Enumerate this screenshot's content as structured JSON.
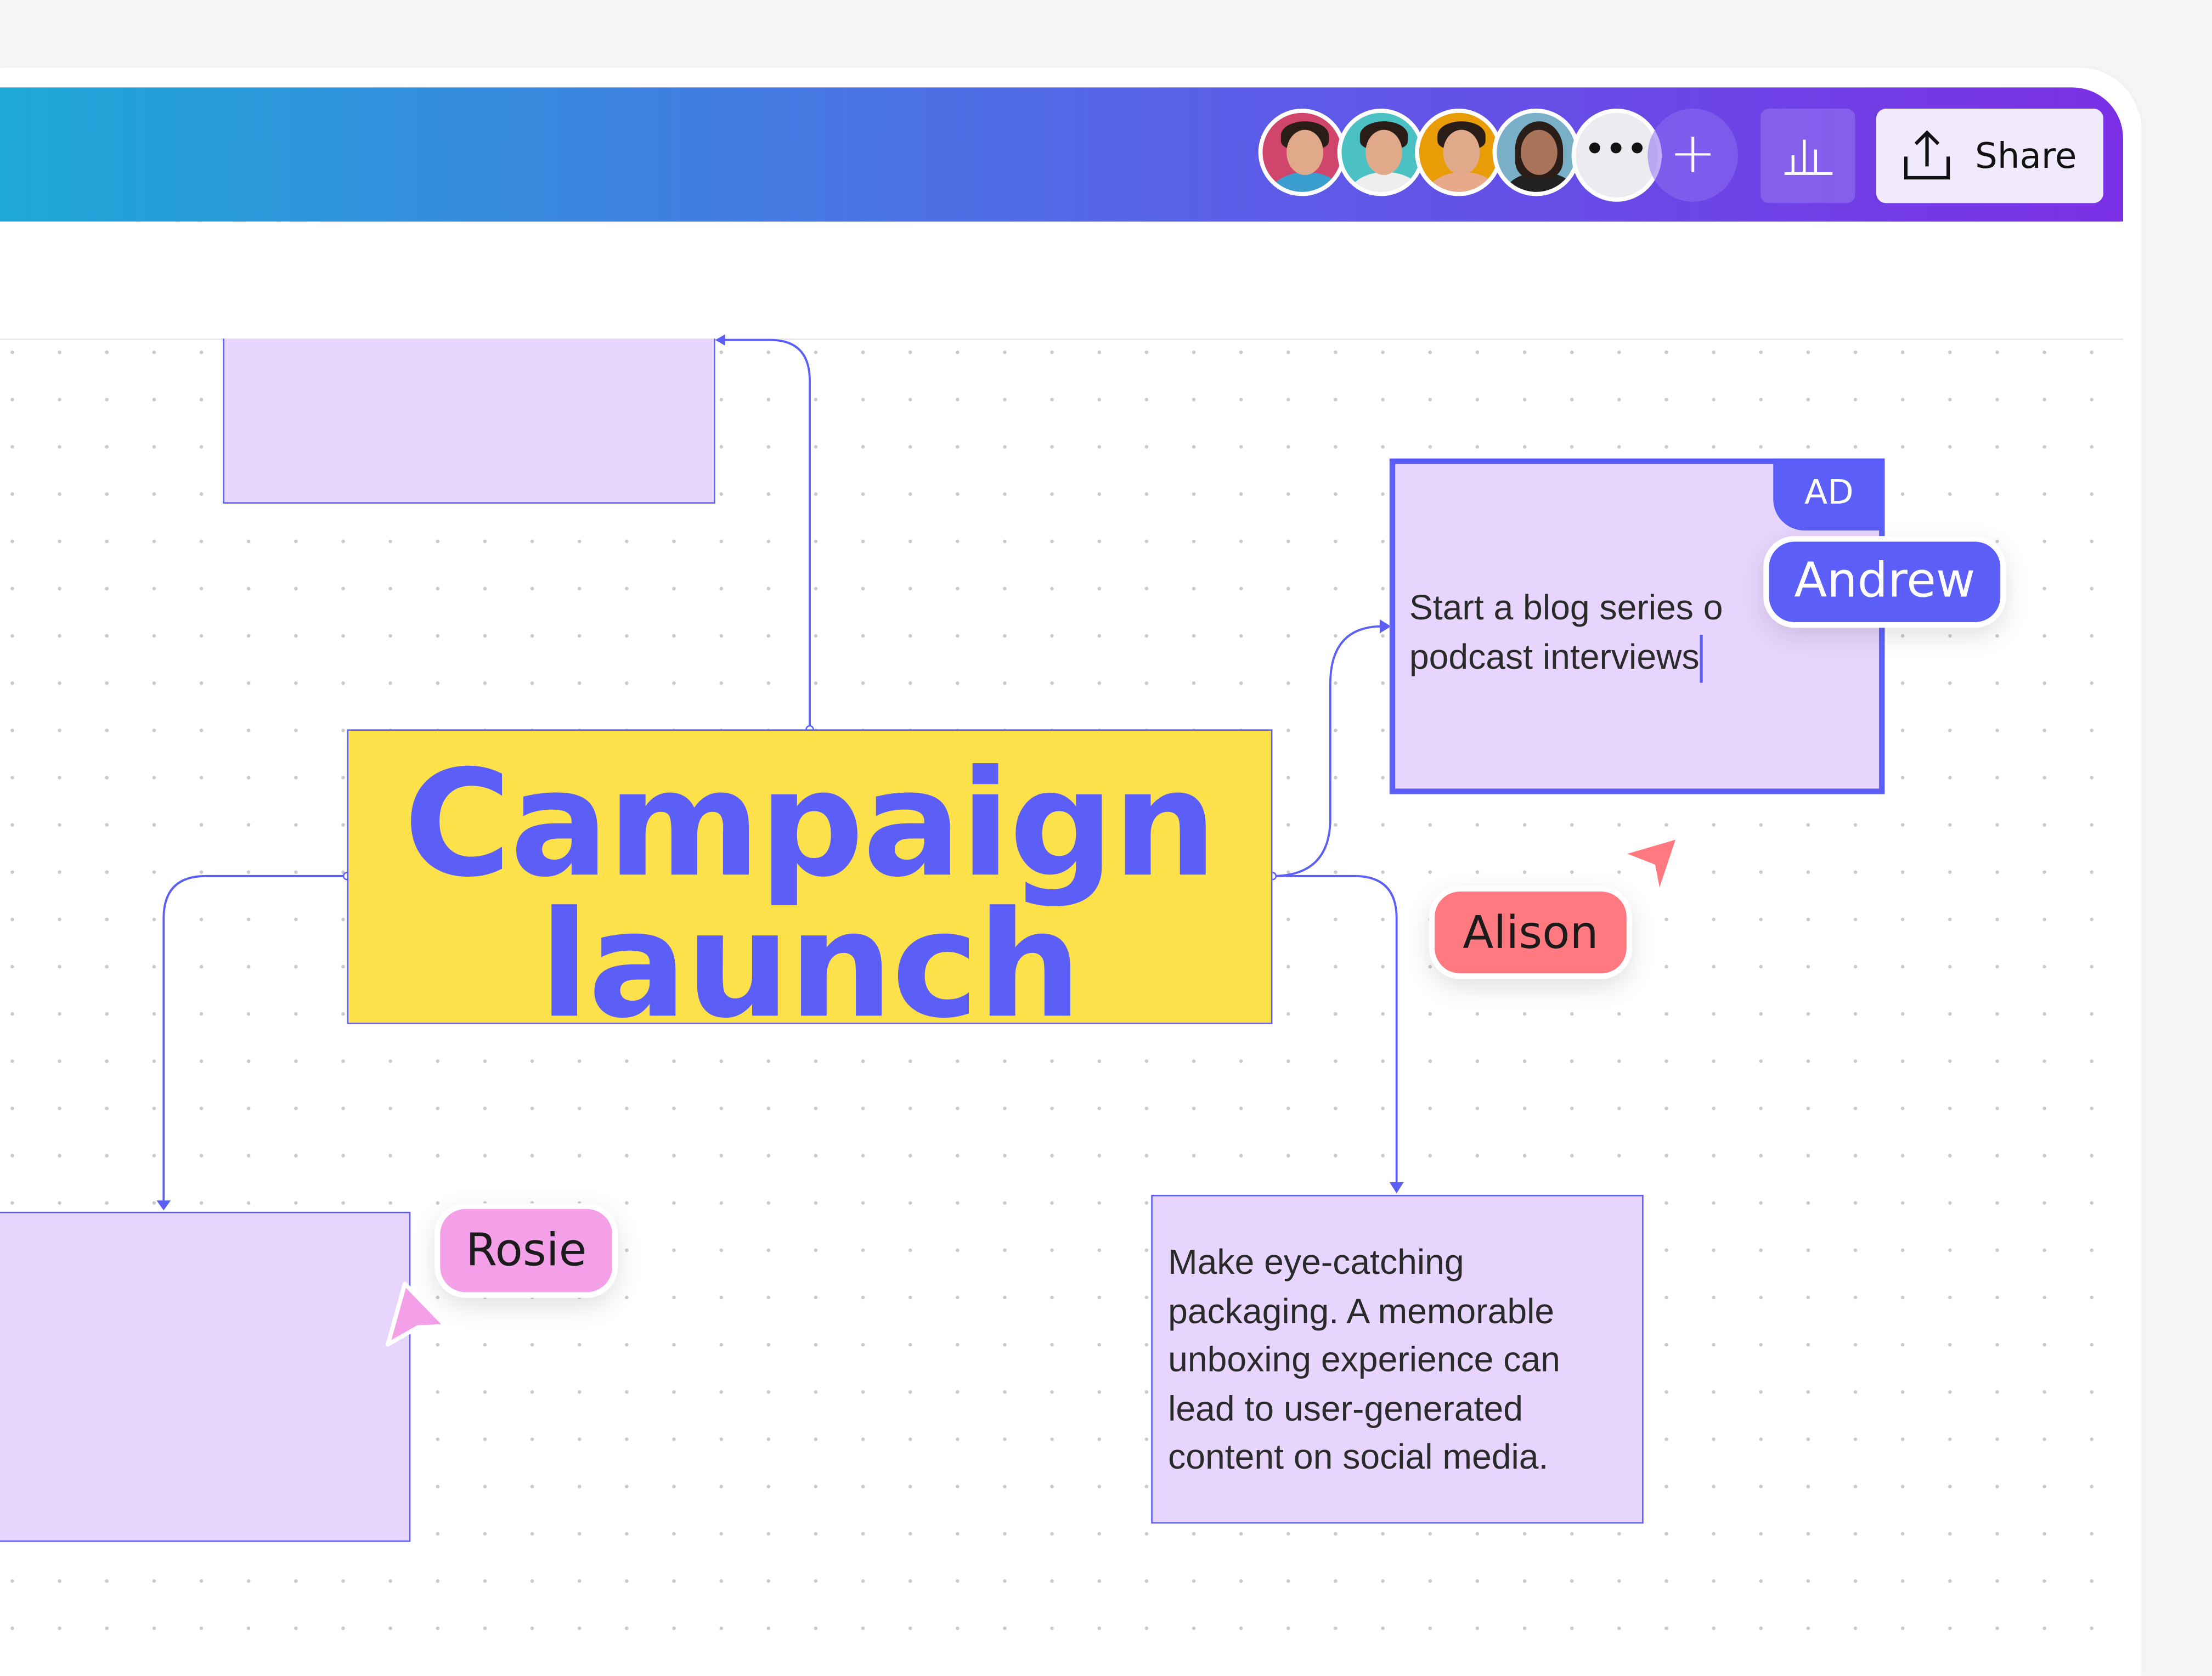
{
  "header": {
    "collaborators": [
      {
        "name": "collaborator-1",
        "color": "#d0456b"
      },
      {
        "name": "collaborator-2",
        "color": "#4cc1c4"
      },
      {
        "name": "collaborator-3",
        "color": "#e89c05"
      },
      {
        "name": "collaborator-4",
        "color": "#79b0c8"
      }
    ],
    "more_label": "•••",
    "add_label": "+",
    "share_label": "Share",
    "icons": [
      "more-icon",
      "plus-icon",
      "bar-chart-icon",
      "share-upload-icon"
    ]
  },
  "whiteboard": {
    "central_node": {
      "line1": "Campaign",
      "line2": "launch"
    },
    "blog_note": {
      "text_line1": "Start a blog series o",
      "text_line2": "podcast interviews",
      "editor_tag": "AD"
    },
    "packaging_note": {
      "text": "Make eye-catching packaging. A memorable unboxing experience can lead to user-generated content on social media."
    },
    "cursors": [
      {
        "name": "Andrew",
        "color": "#5b5ff8"
      },
      {
        "name": "Alison",
        "color": "#ff7a80"
      },
      {
        "name": "Rosie",
        "color": "#f4a0e8"
      }
    ]
  },
  "colors": {
    "accent": "#5b5ff8",
    "note_fill": "#e8d5fd",
    "central_fill": "#fde14b"
  }
}
